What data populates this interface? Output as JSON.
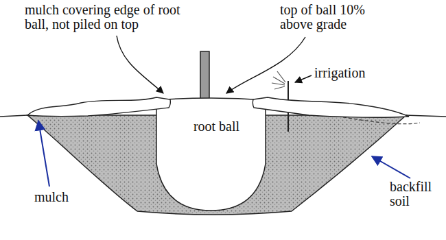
{
  "diagram": {
    "nodes": [
      {
        "text": [
          "root ball"
        ]
      }
    ],
    "labels": [
      "mulch covering edge of root ball, not piled on top",
      "top of ball 10% above grade",
      "irrigation",
      "mulch",
      "backfill soil"
    ]
  }
}
